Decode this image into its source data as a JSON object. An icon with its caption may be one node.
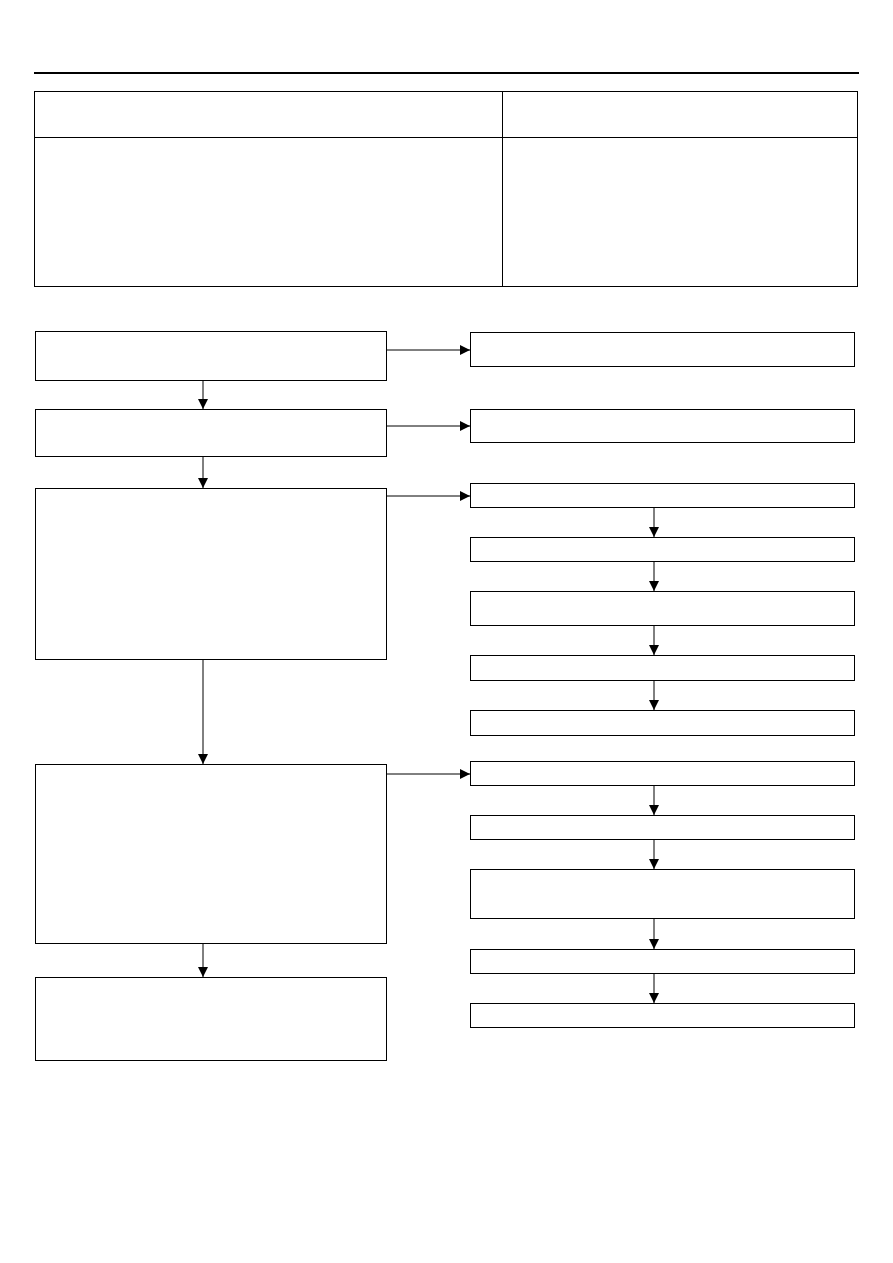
{
  "diagram": {
    "nodes": [
      {
        "text": [],
        "shape": "box"
      },
      {
        "text": [],
        "shape": "box"
      },
      {
        "text": [],
        "shape": "box"
      },
      {
        "text": [],
        "shape": "box"
      },
      {
        "text": [],
        "shape": "box"
      },
      {
        "text": [],
        "shape": "box"
      },
      {
        "text": [],
        "shape": "box"
      },
      {
        "text": [],
        "shape": "box"
      },
      {
        "text": [],
        "shape": "box"
      },
      {
        "text": [],
        "shape": "box"
      },
      {
        "text": [],
        "shape": "box"
      },
      {
        "text": [],
        "shape": "box"
      },
      {
        "text": [],
        "shape": "box"
      },
      {
        "text": [],
        "shape": "box"
      },
      {
        "text": [],
        "shape": "box"
      },
      {
        "text": [],
        "shape": "box"
      },
      {
        "text": [],
        "shape": "box"
      }
    ],
    "edges": [
      {
        "from": 0,
        "to": 1,
        "arrow": "to"
      },
      {
        "from": 0,
        "to": 2,
        "arrow": "to"
      },
      {
        "from": 2,
        "to": 3,
        "arrow": "to"
      },
      {
        "from": 2,
        "to": 4,
        "arrow": "to"
      },
      {
        "from": 4,
        "to": 5,
        "arrow": "to"
      },
      {
        "from": 5,
        "to": 6,
        "arrow": "to"
      },
      {
        "from": 6,
        "to": 7,
        "arrow": "to"
      },
      {
        "from": 7,
        "to": 8,
        "arrow": "to"
      },
      {
        "from": 8,
        "to": 9,
        "arrow": "to"
      },
      {
        "from": 4,
        "to": 10,
        "arrow": "to"
      },
      {
        "from": 10,
        "to": 11,
        "arrow": "to"
      },
      {
        "from": 11,
        "to": 12,
        "arrow": "to"
      },
      {
        "from": 12,
        "to": 13,
        "arrow": "to"
      },
      {
        "from": 13,
        "to": 14,
        "arrow": "to"
      },
      {
        "from": 14,
        "to": 15,
        "arrow": "to"
      },
      {
        "from": 10,
        "to": 16,
        "arrow": "to"
      }
    ]
  }
}
